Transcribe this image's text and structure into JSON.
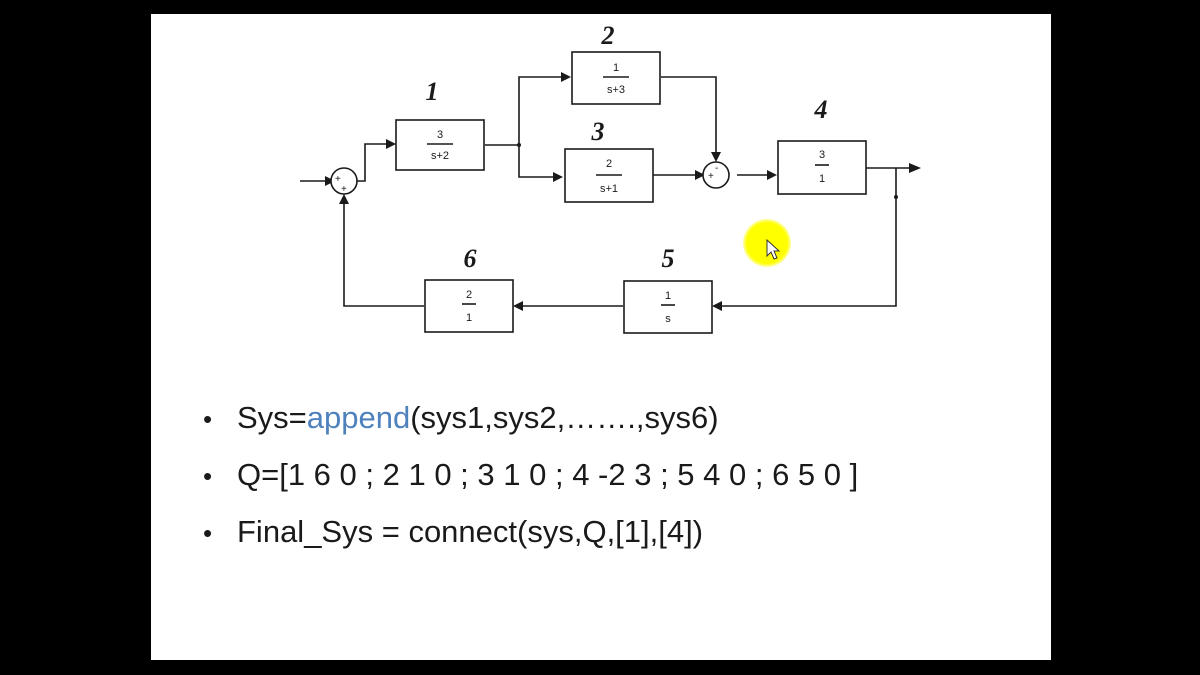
{
  "colors": {
    "background": "#000000",
    "slide": "#ffffff",
    "ink": "#1a1a1a",
    "accent": "#4f81bd",
    "cursor_highlight": "#ffff00"
  },
  "diagram": {
    "blocks": {
      "b1": {
        "label": "1",
        "num": "3",
        "den": "s+2"
      },
      "b2": {
        "label": "2",
        "num": "1",
        "den": "s+3"
      },
      "b3": {
        "label": "3",
        "num": "2",
        "den": "s+1"
      },
      "b4": {
        "label": "4",
        "num": "3",
        "den": "1"
      },
      "b5": {
        "label": "5",
        "num": "1",
        "den": "s"
      },
      "b6": {
        "label": "6",
        "num": "2",
        "den": "1"
      }
    },
    "sum1_signs": {
      "left": "+",
      "bottom": "+"
    },
    "sum2_signs": {
      "left": "+",
      "top": "-"
    }
  },
  "bullets": {
    "b1": {
      "prefix": "Sys=",
      "accent": "append",
      "suffix": "(sys1,sys2,…….,sys6)"
    },
    "b2": {
      "text": "Q=[1 6 0 ; 2 1 0 ; 3 1 0 ; 4 -2 3 ; 5 4 0 ; 6 5 0 ]"
    },
    "b3": {
      "text": "Final_Sys = connect(sys,Q,[1],[4])"
    }
  }
}
